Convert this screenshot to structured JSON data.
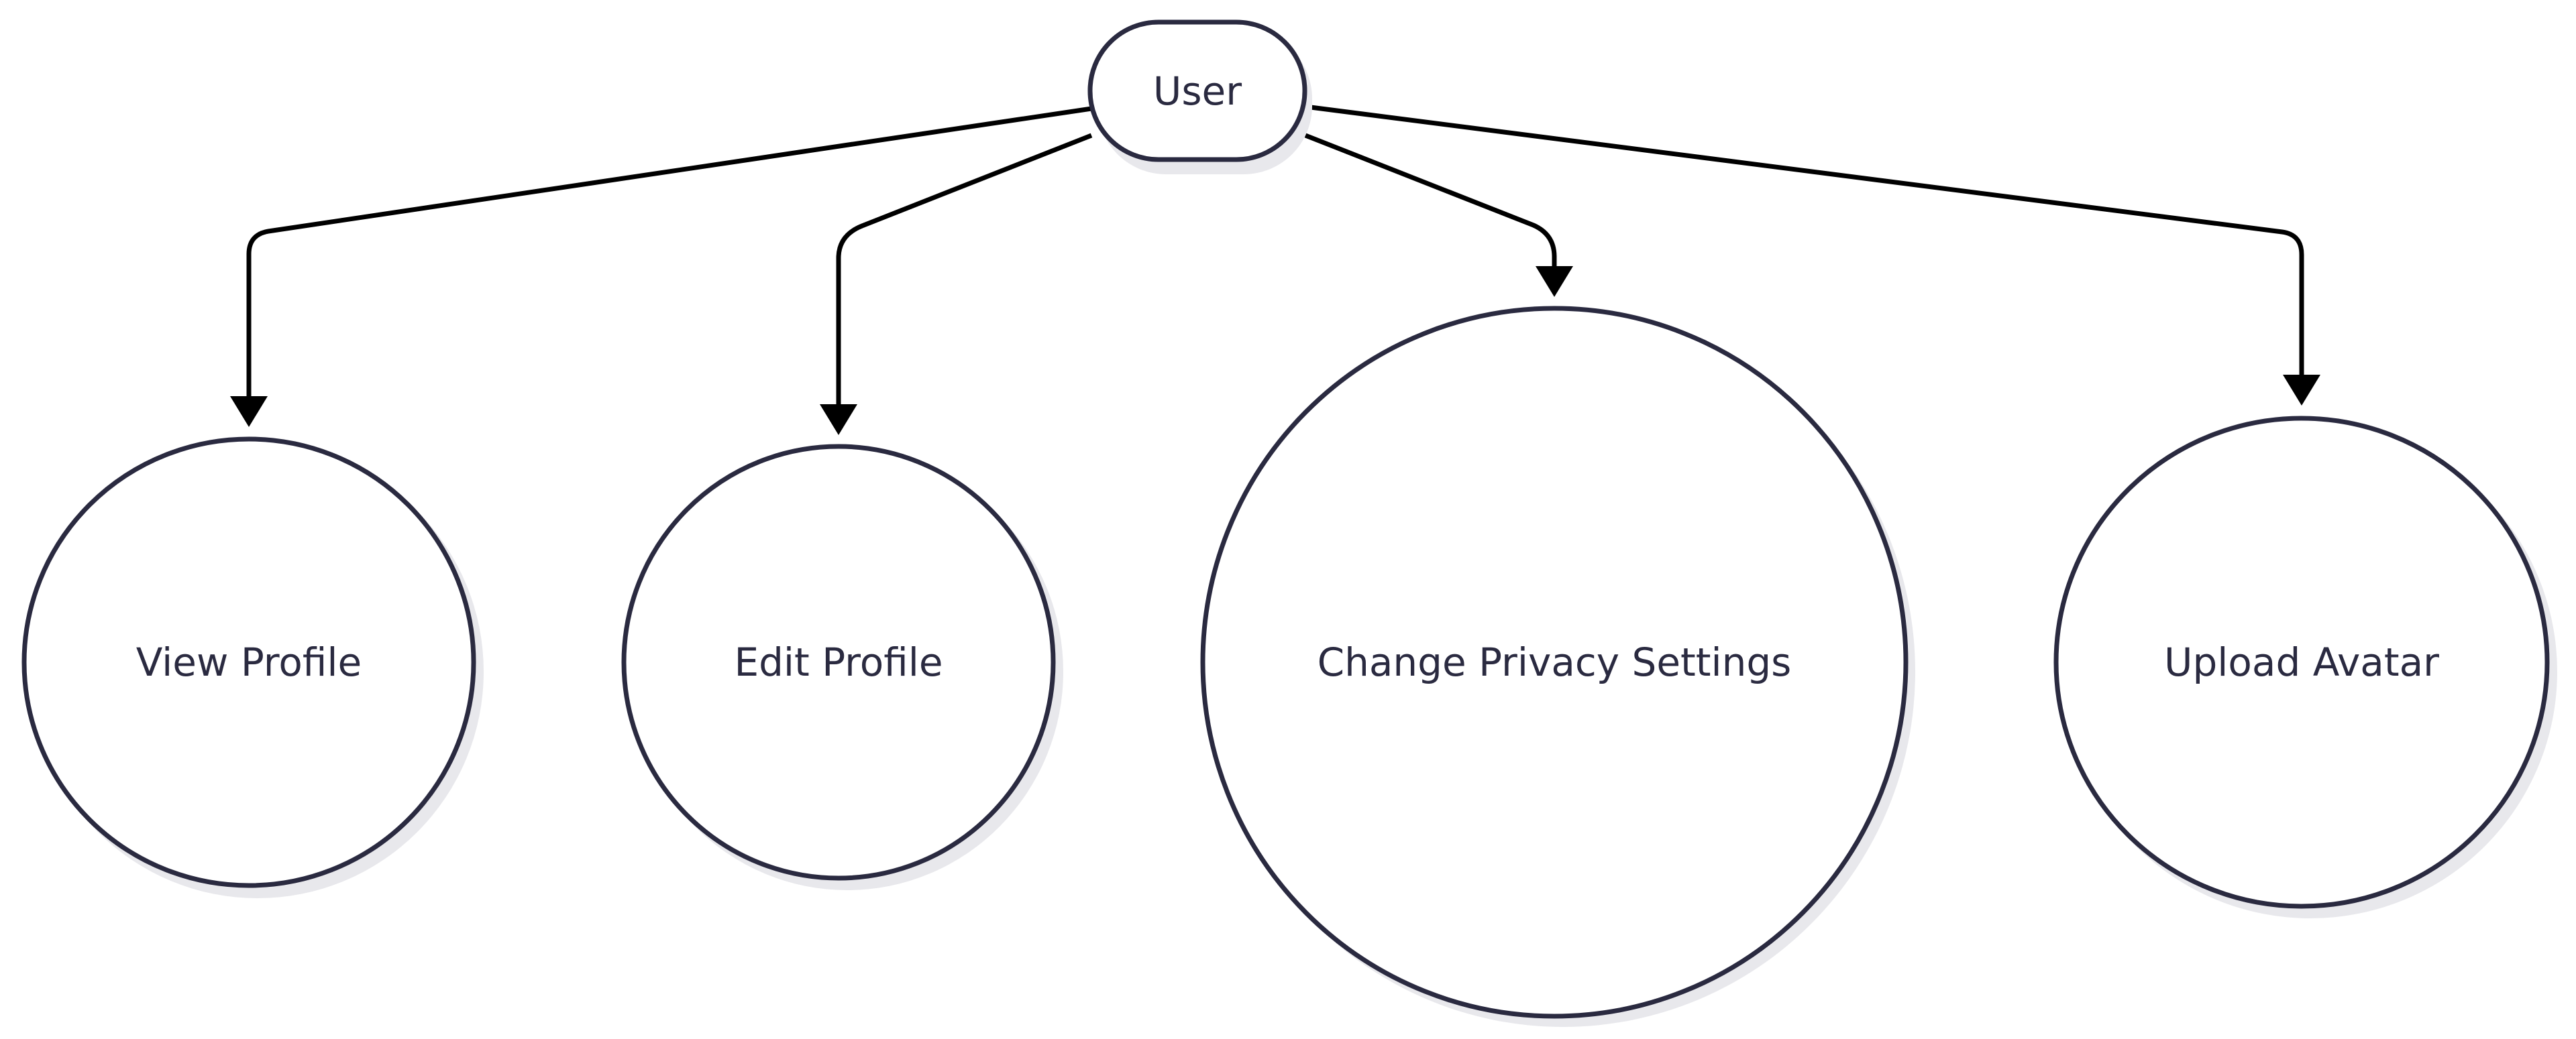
{
  "diagram": {
    "type": "use-case",
    "colors": {
      "stroke": "#2a2a40",
      "text": "#2a2a40",
      "edge": "#000000",
      "fill": "#ffffff",
      "shadow": "#e8e8ec"
    },
    "actor": {
      "label": "User"
    },
    "use_cases": [
      {
        "label": "View Profile"
      },
      {
        "label": "Edit Profile"
      },
      {
        "label": "Change Privacy Settings"
      },
      {
        "label": "Upload Avatar"
      }
    ],
    "edges": [
      {
        "from": "User",
        "to": "View Profile"
      },
      {
        "from": "User",
        "to": "Edit Profile"
      },
      {
        "from": "User",
        "to": "Change Privacy Settings"
      },
      {
        "from": "User",
        "to": "Upload Avatar"
      }
    ]
  }
}
